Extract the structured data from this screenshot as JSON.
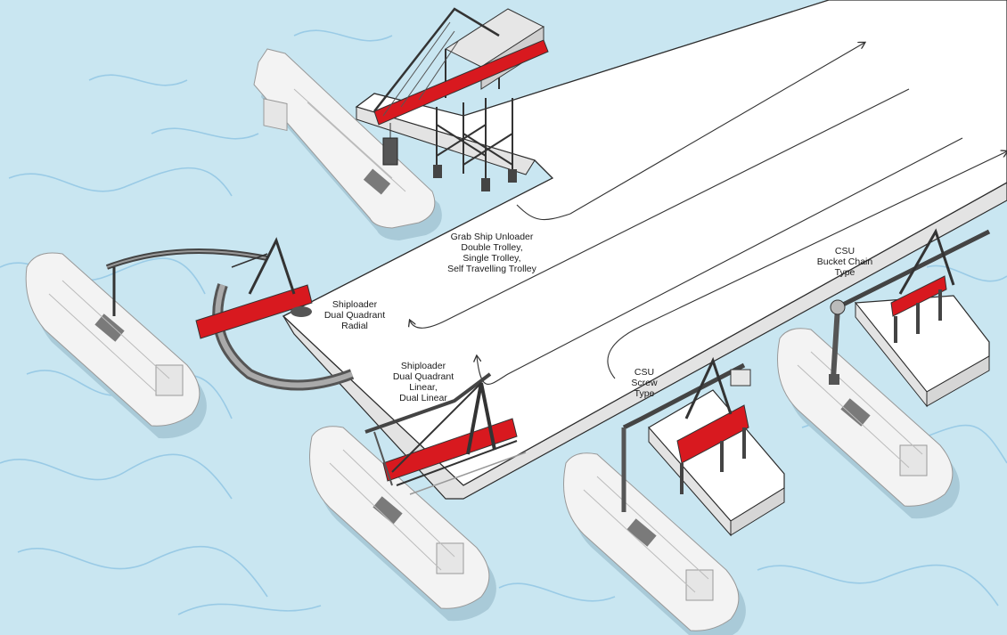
{
  "labels": {
    "grab_unloader": [
      "Grab Ship Unloader",
      "Double Trolley,",
      "Single Trolley,",
      "Self Travelling Trolley"
    ],
    "shiploader_radial": [
      "Shiploader",
      "Dual Quadrant",
      "Radial"
    ],
    "shiploader_linear": [
      "Shiploader",
      "Dual Quadrant",
      "Linear,",
      "Dual Linear"
    ],
    "csu_screw": [
      "CSU",
      "Screw",
      "Type"
    ],
    "csu_bucket": [
      "CSU",
      "Bucket Chain",
      "Type"
    ]
  },
  "colors": {
    "water": "#c9e6f1",
    "water_lines": "#8ec4e3",
    "pier_top": "#ffffff",
    "pier_side": "#e3e3e3",
    "outline": "#2b2b2b",
    "machine_red": "#d8191f",
    "machine_grey": "#5d5d5d",
    "ship_hull": "#f3f3f3",
    "ship_shadow": "#a9cad8"
  }
}
